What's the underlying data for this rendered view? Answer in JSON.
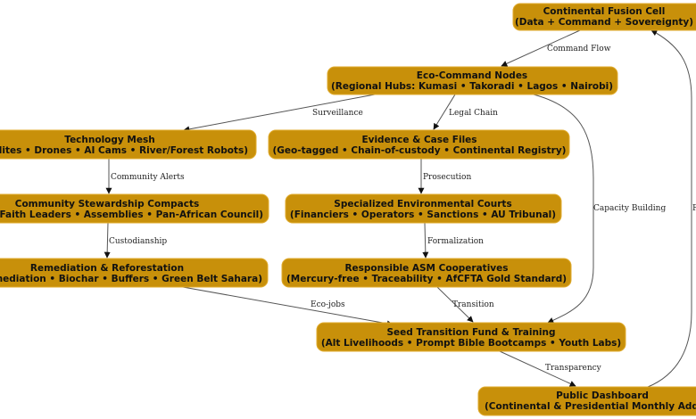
{
  "diagram": {
    "colors": {
      "node_fill": "#c8900a",
      "edge": "#555555",
      "background": "#ffffff"
    },
    "nodes": {
      "fusion": {
        "title": "Continental Fusion Cell",
        "subtitle": "(Data + Command + Sovereignty)"
      },
      "eco": {
        "title": "Eco-Command Nodes",
        "subtitle": "(Regional Hubs: Kumasi • Takoradi • Lagos • Nairobi)"
      },
      "tech": {
        "title": "Technology Mesh",
        "subtitle": "lites • Drones • AI Cams • River/Forest Robots)"
      },
      "evidence": {
        "title": "Evidence & Case Files",
        "subtitle": "(Geo-tagged • Chain-of-custody • Continental Registry)"
      },
      "community": {
        "title": "Community Stewardship Compacts",
        "subtitle": "Faith Leaders • Assemblies • Pan-African Council)"
      },
      "courts": {
        "title": "Specialized Environmental Courts",
        "subtitle": "(Financiers • Operators • Sanctions • AU Tribunal)"
      },
      "remediation": {
        "title": "Remediation & Reforestation",
        "subtitle": "mediation • Biochar • Buffers • Green Belt Sahara)"
      },
      "asm": {
        "title": "Responsible ASM Cooperatives",
        "subtitle": "(Mercury-free • Traceability • AfCFTA Gold Standard)"
      },
      "seed": {
        "title": "Seed Transition Fund & Training",
        "subtitle": "(Alt Livelihoods • Prompt Bible Bootcamps • Youth Labs)"
      },
      "dashboard": {
        "title": "Public Dashboard",
        "subtitle": "(Continental & Presidential Monthly Add"
      }
    },
    "edges": {
      "fusion_eco": "Command Flow",
      "eco_tech": "Surveillance",
      "eco_evidence": "Legal Chain",
      "eco_seed": "Capacity Building",
      "tech_community": "Community Alerts",
      "community_remediation": "Custodianship",
      "evidence_courts": "Prosecution",
      "courts_asm": "Formalization",
      "remediation_seed": "Eco-jobs",
      "asm_seed": "Transition",
      "seed_dashboard": "Transparency",
      "dashboard_fusion": "F"
    }
  }
}
